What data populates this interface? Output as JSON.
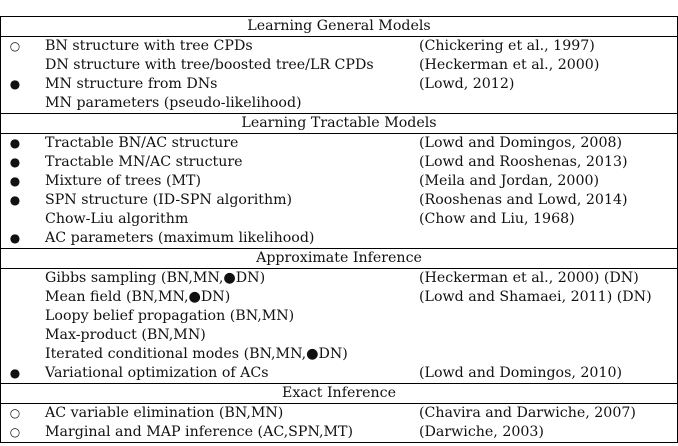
{
  "sections": [
    {
      "title": "Learning General Models",
      "rows": [
        {
          "bullet": "○",
          "method": "BN structure with tree CPDs",
          "cite": "(Chickering et al., 1997)"
        },
        {
          "bullet": "",
          "method": "DN structure with tree/boosted tree/LR CPDs",
          "cite": "(Heckerman et al., 2000)"
        },
        {
          "bullet": "●",
          "method": "MN structure from DNs",
          "cite": "(Lowd, 2012)"
        },
        {
          "bullet": "",
          "method": "MN parameters (pseudo-likelihood)",
          "cite": ""
        }
      ]
    },
    {
      "title": "Learning Tractable Models",
      "rows": [
        {
          "bullet": "●",
          "method": "Tractable BN/AC structure",
          "cite": "(Lowd and Domingos, 2008)"
        },
        {
          "bullet": "●",
          "method": "Tractable MN/AC structure",
          "cite": "(Lowd and Rooshenas, 2013)"
        },
        {
          "bullet": "●",
          "method": "Mixture of trees (MT)",
          "cite": "(Meila and Jordan, 2000)"
        },
        {
          "bullet": "●",
          "method": "SPN structure (ID-SPN algorithm)",
          "cite": "(Rooshenas and Lowd, 2014)"
        },
        {
          "bullet": "",
          "method": "Chow-Liu algorithm",
          "cite": "(Chow and Liu, 1968)"
        },
        {
          "bullet": "●",
          "method": "AC parameters (maximum likelihood)",
          "cite": ""
        }
      ]
    },
    {
      "title": "Approximate Inference",
      "rows": [
        {
          "bullet": "",
          "method": "Gibbs sampling (BN,MN,●DN)",
          "cite": "(Heckerman et al., 2000) (DN)"
        },
        {
          "bullet": "",
          "method": "Mean field (BN,MN,●DN)",
          "cite": "(Lowd and Shamaei, 2011) (DN)"
        },
        {
          "bullet": "",
          "method": "Loopy belief propagation (BN,MN)",
          "cite": ""
        },
        {
          "bullet": "",
          "method": "Max-product (BN,MN)",
          "cite": ""
        },
        {
          "bullet": "",
          "method": "Iterated conditional modes (BN,MN,●DN)",
          "cite": ""
        },
        {
          "bullet": "●",
          "method": "Variational optimization of ACs",
          "cite": "(Lowd and Domingos, 2010)"
        }
      ]
    },
    {
      "title": "Exact Inference",
      "rows": [
        {
          "bullet": "○",
          "method": "AC variable elimination (BN,MN)",
          "cite": "(Chavira and Darwiche, 2007)"
        },
        {
          "bullet": "○",
          "method": "Marginal and MAP inference (AC,SPN,MT)",
          "cite": "(Darwiche, 2003)"
        }
      ]
    }
  ]
}
